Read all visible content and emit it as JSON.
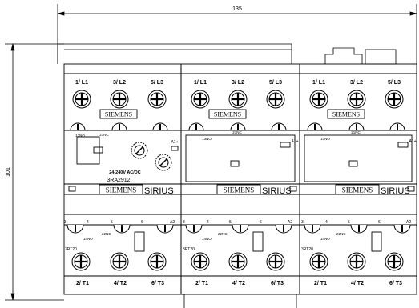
{
  "dimensions": {
    "width": "135",
    "height": "101"
  },
  "modules": [
    {
      "top_terminals": [
        "1/ L1",
        "3/ L2",
        "5/ L3"
      ],
      "bottom_terminals": [
        "2/ T1",
        "4/ T2",
        "6/ T3"
      ],
      "brand_top": "SIEMENS",
      "brand_main": "SIEMENS",
      "series": "SIRIUS",
      "aux_top": [
        "13NO",
        "21NC"
      ],
      "coil_top": "A1+",
      "coil_bottom": "A2-",
      "aux_bottom_nums": [
        "3",
        "4",
        "5",
        "6"
      ],
      "aux_bottom_labels": [
        "14NO",
        "22NC"
      ],
      "model": "3RT20",
      "voltage": "24-240V AC/DC",
      "device_code": "3RA2912"
    },
    {
      "top_terminals": [
        "1/ L1",
        "3/ L2",
        "5/ L3"
      ],
      "bottom_terminals": [
        "2/ T1",
        "4/ T2",
        "6/ T3"
      ],
      "brand_top": "SIEMENS",
      "brand_main": "SIEMENS",
      "series": "SIRIUS",
      "aux_top": [
        "13NO",
        "21NC"
      ],
      "coil_top": "A1+",
      "coil_bottom": "A2-",
      "aux_bottom_nums": [
        "3",
        "4",
        "5",
        "6"
      ],
      "aux_bottom_labels": [
        "14NO",
        "22NC"
      ],
      "model": "3RT20"
    },
    {
      "top_terminals": [
        "1/ L1",
        "3/ L2",
        "5/ L3"
      ],
      "bottom_terminals": [
        "2/ T1",
        "4/ T2",
        "6/ T3"
      ],
      "brand_top": "SIEMENS",
      "brand_main": "SIEMENS",
      "series": "SIRIUS",
      "aux_top": [
        "13NO",
        "21NC"
      ],
      "coil_top": "A1+",
      "coil_bottom": "A2-",
      "aux_bottom_nums": [
        "3",
        "4",
        "5",
        "6"
      ],
      "aux_bottom_labels": [
        "14NO",
        "22NC"
      ],
      "model": "3RT20"
    }
  ]
}
